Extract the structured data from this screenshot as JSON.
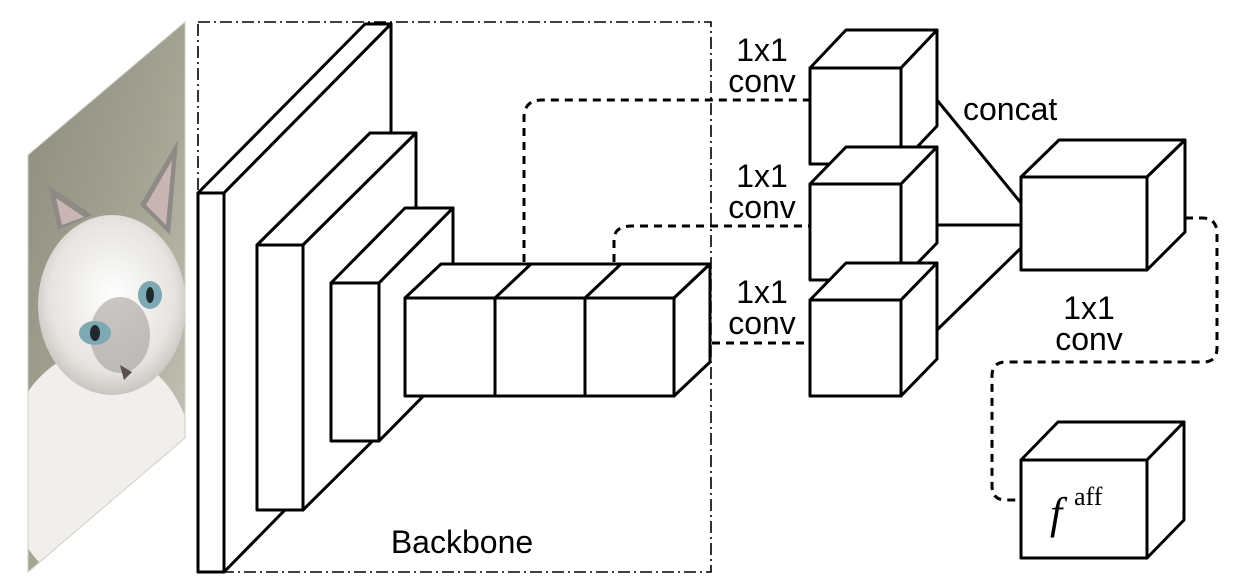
{
  "labels": {
    "backbone": "Backbone",
    "conv_top_line1": "1x1",
    "conv_top_line2": "conv",
    "conv_mid_line1": "1x1",
    "conv_mid_line2": "conv",
    "conv_bot_line1": "1x1",
    "conv_bot_line2": "conv",
    "concat": "concat",
    "conv_final_line1": "1x1",
    "conv_final_line2": "conv",
    "output_symbol": "f",
    "output_superscript": "aff"
  },
  "icons": {
    "input_image": "cat-photo-icon"
  },
  "colors": {
    "stroke": "#000000",
    "fill": "#ffffff"
  }
}
